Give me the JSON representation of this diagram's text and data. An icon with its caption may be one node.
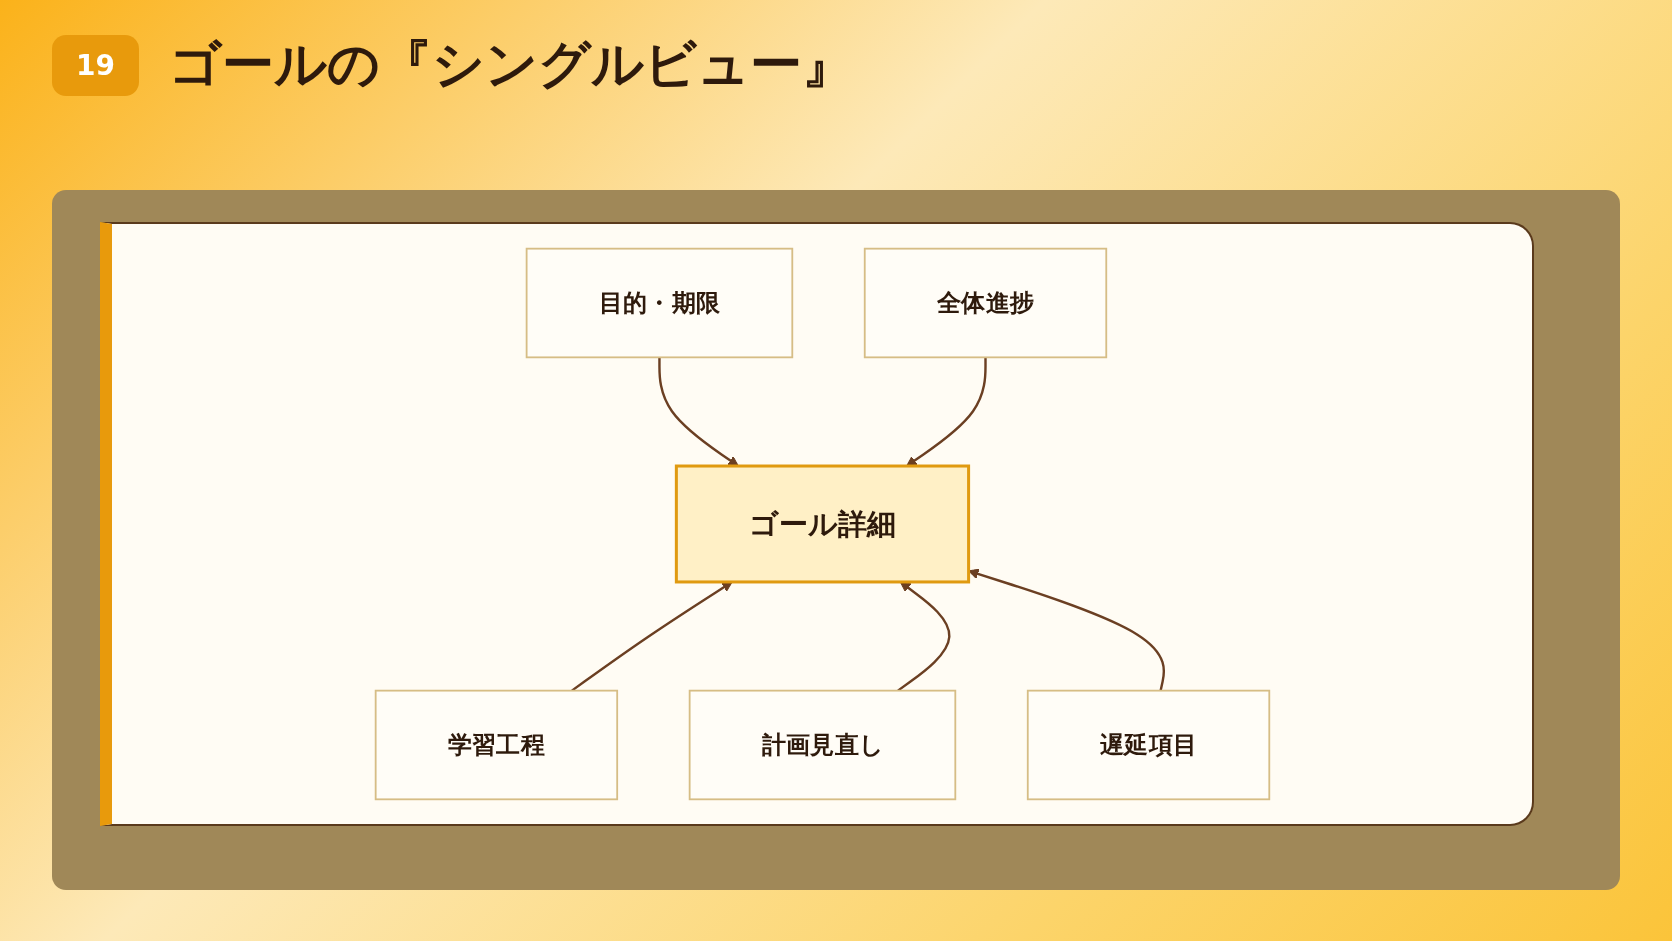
{
  "diagram": {
    "title": "ゴールの『シングルビュー』",
    "nodes": [
      {
        "text": [
          "目的・期限"
        ]
      },
      {
        "text": [
          "全体進捗"
        ]
      },
      {
        "text": [
          "ゴール詳細"
        ]
      },
      {
        "text": [
          "学習工程"
        ]
      },
      {
        "text": [
          "計画見直し"
        ]
      },
      {
        "text": [
          "遅延項目"
        ]
      }
    ],
    "edges": [
      {
        "from": 0,
        "to": 2,
        "arrow": "to"
      },
      {
        "from": 1,
        "to": 2,
        "arrow": "to"
      },
      {
        "from": 3,
        "to": 2,
        "arrow": "to"
      },
      {
        "from": 4,
        "to": 2,
        "arrow": "to"
      },
      {
        "from": 5,
        "to": 2,
        "arrow": "to"
      }
    ],
    "labels": [
      "19"
    ]
  }
}
